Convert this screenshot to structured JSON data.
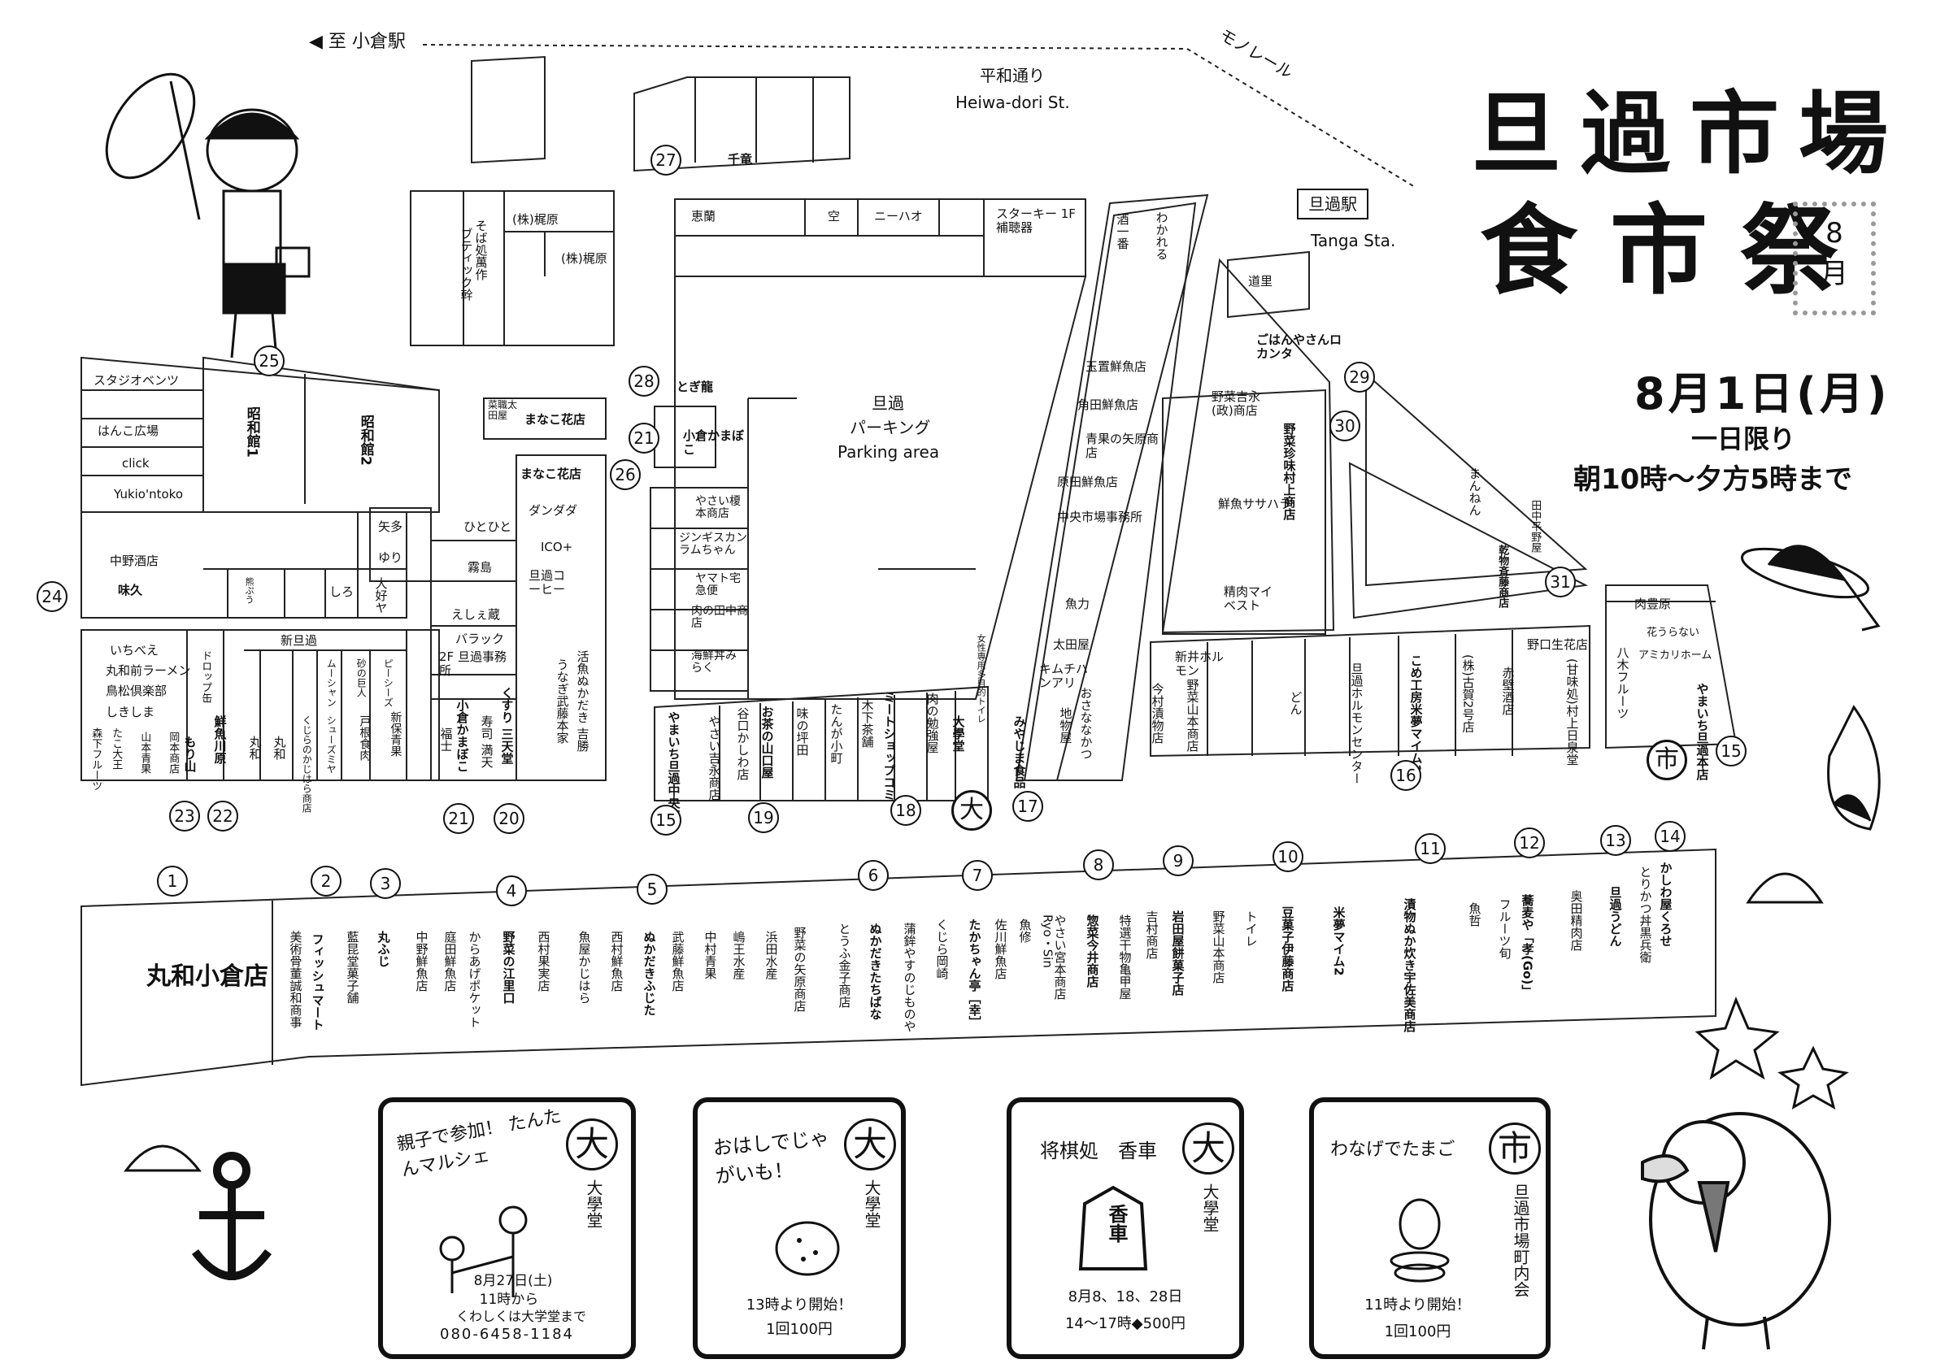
{
  "header": {
    "to_station": "◀ 至 小倉駅",
    "monorail": "モノレール",
    "heiwa_jp": "平和通り",
    "heiwa_en": "Heiwa-dori St.",
    "tanga_sta_jp": "旦過駅",
    "tanga_sta_en": "Tanga Sta.",
    "parking_jp1": "旦過",
    "parking_jp2": "パーキング",
    "parking_en": "Parking area"
  },
  "title": {
    "main": "旦過市場",
    "sub": "食市祭",
    "month": "8",
    "month_unit": "月",
    "date": "8月1日(月)",
    "one_day": "一日限り",
    "hours": "朝10時～夕方5時まで"
  },
  "top_left_blocks": {
    "boutique": "ブティック幹",
    "soba": "そば処萬作",
    "kajihara1": "(株)梶原",
    "kajihara2": "(株)梶原",
    "senryu": "千竜",
    "ebisu": "恵蘭",
    "sora": "空",
    "nihao": "ニーハオ",
    "starkey": "スターキー 1F　補聴器",
    "togiryu": "とぎ龍",
    "kokura_kamaboko": "小倉かまぼこ",
    "manako": "まなこ花店",
    "saiya_ota": "菜職太田屋",
    "manako2": "まなこ花店",
    "dandada": "ダンダダ",
    "ico": "ICO+",
    "tanga_coffee": "旦過コーヒー",
    "hitohito": "ひとひと",
    "kirishima": "霧島",
    "yabu": "矢多",
    "yuri": "ゆり",
    "eshiezo": "えしぇ蔵",
    "barakku": "バラック",
    "jimusho": "2F 旦過事務所",
    "katsuo": "活魚ぬかだき 吉勝",
    "unagi": "うなぎ武藤本家"
  },
  "west_strip": {
    "studio": "スタジオベンツ",
    "hanko": "はんこ広場",
    "click": "click",
    "yukio": "Yukio'ntoko",
    "nakano": "中野酒店",
    "ajihisa": "味久",
    "showa1": "昭和館1",
    "showa2": "昭和館2",
    "shintanga": "新旦過",
    "ichibee": "いちべえ",
    "maruwa_ramen": "丸和前ラーメン",
    "torimatsu": "鳥松倶楽部",
    "shikishima": "しきしま",
    "drop": "ドロップ缶",
    "tako": "たこ大王",
    "mori": "森下フルーツ",
    "yamamoto": "山本青果",
    "okamoto": "岡本商店",
    "moriyama": "もり山",
    "senkawa": "鮮魚川原",
    "maruwa1": "丸和",
    "maruwa2": "丸和",
    "kujira": "くじらのかじはら商店",
    "shoes": "シューズミヤ",
    "ashiya": "戸根食肉",
    "shinpo": "新保青果",
    "mushin": "ムーシャン",
    "suna": "砂の巨人",
    "piisu": "ピーシーズ",
    "shiro": "しろ",
    "daisuki": "大好ヤ",
    "kuma": "熊ぷう",
    "fukushi": "福士",
    "kokura_kama2": "小倉かまぼこ",
    "kusuri": "くすり 三天堂",
    "sushi": "寿司 満天"
  },
  "center_row": {
    "yamaichi": "やまいち旦過中央店",
    "yasai": "やさい吉永商店",
    "taniguchi": "谷口かしわ店",
    "ocha": "お茶の山口屋",
    "aji": "味の坪田",
    "tanga_komachi": "たんが小町",
    "kinoshita": "木下茶舗",
    "meat": "ミートショップコミ",
    "niku": "肉の勉強屋",
    "daigaku": "大學堂",
    "toilet": "女性専用多目的トイレ",
    "mikan": "みやじま食品",
    "yasai_enomoto": "やさい榎本商店",
    "jingis": "ジンギスカンラムちゃん",
    "yamato": "ヤマト宅急便",
    "nikuta": "肉の田中商店",
    "kaisen": "海鮮丼みらく"
  },
  "mid_right": {
    "sake": "酒一番",
    "wakareru": "わかれる",
    "tamaki": "玉置鮮魚店",
    "tsunoda": "角田鮮魚店",
    "aoba": "青果の矢原商店",
    "harada": "原田鮮魚店",
    "chuo": "中央市場事務所",
    "uoriki": "魚力",
    "ota": "太田屋",
    "kimchi": "キムチハンアリ",
    "osana": "おさななかつ",
    "chibutsu": "地物屋",
    "gohan": "ごはんやさんロカンタ",
    "michi": "道里",
    "yasai_yoshinaga": "野菜吉永(政)商店",
    "murakami": "野菜珍味村上商店",
    "sasahara": "鮮魚ササハラ",
    "seiniku": "精肉マイベスト",
    "marunwan": "まんねん",
    "hirano": "田中平野屋",
    "saito": "乾物斉藤商店",
    "arai": "新井ホルモン",
    "imamura": "今村漬物店",
    "yamamoto_shoten": "野菜山本商店",
    "don": "どん",
    "tanga_horumon": "旦過ホルモンセンター",
    "kome": "こめ工房米夢マイム1",
    "kogo": "(株)古賀2号店",
    "akasaka": "赤壁酒店",
    "noguchi": "野口生花店",
    "murakami_kashi": "(甘味処)村上日泉堂",
    "niku_honpo": "肉豊原",
    "hanaurai": "花うらない",
    "amikari": "アミカリホーム",
    "yagi": "八木フルーツ",
    "yamaichi_honten": "やまいち旦過本店"
  },
  "bottom_row": {
    "maruwa_kokura": "丸和小倉店",
    "bijutsu": "美術骨董誠和商事",
    "fish_mart": "フィッシュマート",
    "aiso": "藍昆堂菓子舗",
    "marufuji": "丸ふじ",
    "nakano_sengyo": "中野鮮魚店",
    "karaage": "からあげポケット",
    "teien": "庭田鮮魚店",
    "yasai_eri": "野菜の江里口",
    "nishimura_kajitsu": "西村果実店",
    "uoya": "魚屋かじはら",
    "nishimura_sengyo": "西村鮮魚店",
    "nukadaki": "ぬかだきふじた",
    "takeda": "武藤鮮魚店",
    "nakamura": "中村青果",
    "hamada_suisan": "嶋王水産",
    "hamada2": "浜田水産",
    "yasai_yahara": "野菜の矢原商店",
    "tofu": "とうふ金子商店",
    "nukadaki2": "ぬかだきたちばな",
    "kamaboko": "蒲鉾やすのじものや",
    "kujira2": "くじら岡崎",
    "takachan": "たかちゃん亭［幸］",
    "sakawa": "佐川鮮魚店",
    "uoshu": "魚修",
    "miyamoto": "やさい宮本商店",
    "ryosin": "Ryo・Sin",
    "imai": "惣菜今井商店",
    "hoshi": "特選干物亀甲屋",
    "yoshimura": "吉村商店",
    "iwataya": "岩田屋餅菓子店",
    "yasai_yamamoto2": "野菜山本商店",
    "toilet2": "トイレ",
    "itou": "豆菓子伊藤商店",
    "maimu2": "米夢マイム2",
    "tsukemono": "漬物ぬか炊き宇佐美商店",
    "uotetsu": "魚哲",
    "fruits": "フルーツ旬",
    "sobaya": "蕎麦や「孝(Go)」",
    "okuda": "奥田精肉店",
    "tanga_udon": "旦過うどん",
    "kashiwa": "かしわ屋くろせ",
    "torikatsu": "とりかつ丼黒兵衛"
  },
  "numbers": [
    "1",
    "2",
    "3",
    "4",
    "5",
    "6",
    "7",
    "8",
    "9",
    "10",
    "11",
    "12",
    "13",
    "14",
    "15",
    "15",
    "16",
    "17",
    "18",
    "19",
    "20",
    "21",
    "21",
    "22",
    "23",
    "24",
    "25",
    "26",
    "27",
    "28",
    "29",
    "30",
    "31"
  ],
  "stamps": {
    "dai": "大",
    "ichi": "市"
  },
  "events": [
    {
      "title": "親子で参加！ たんたんマルシェ",
      "place": "大學堂",
      "date": "8月27日(土)",
      "time": "11時から",
      "note": "くわしくは大学堂まで",
      "tel": "080-6458-1184"
    },
    {
      "title": "おはしでじゃがいも！",
      "place": "大學堂",
      "start": "13時より開始！",
      "price": "1回100円"
    },
    {
      "title": "将棋処　香車",
      "place": "大學堂",
      "piece": "香車",
      "dates": "8月8、18、28日",
      "time_price": "14～17時◆500円"
    },
    {
      "title": "わなげでたまご",
      "place": "旦過市場町内会",
      "start": "11時より開始！",
      "price": "1回100円"
    }
  ]
}
